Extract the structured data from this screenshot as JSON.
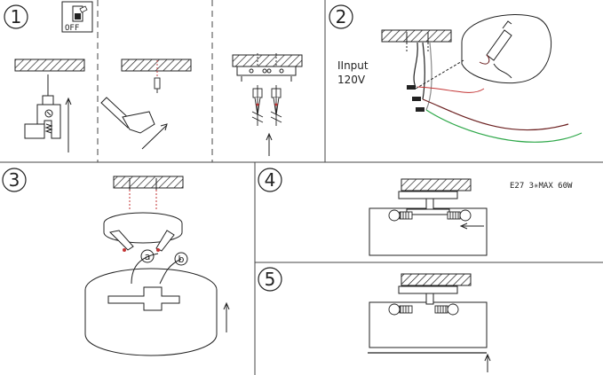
{
  "steps": [
    {
      "number": "1"
    },
    {
      "number": "2"
    },
    {
      "number": "3"
    },
    {
      "number": "4"
    },
    {
      "number": "5"
    }
  ],
  "switch": {
    "label": "OFF"
  },
  "input": {
    "line1": "IInput",
    "line2": "120V"
  },
  "wire_labels": {
    "a": "a",
    "b": "b"
  },
  "spec": {
    "text": "E27 3✳MAX 60W"
  },
  "colors": {
    "line": "#222222",
    "wire_brown": "#6b1f1f",
    "wire_green": "#2fa84a",
    "wire_gray": "#888888",
    "wire_red": "#c33333"
  }
}
